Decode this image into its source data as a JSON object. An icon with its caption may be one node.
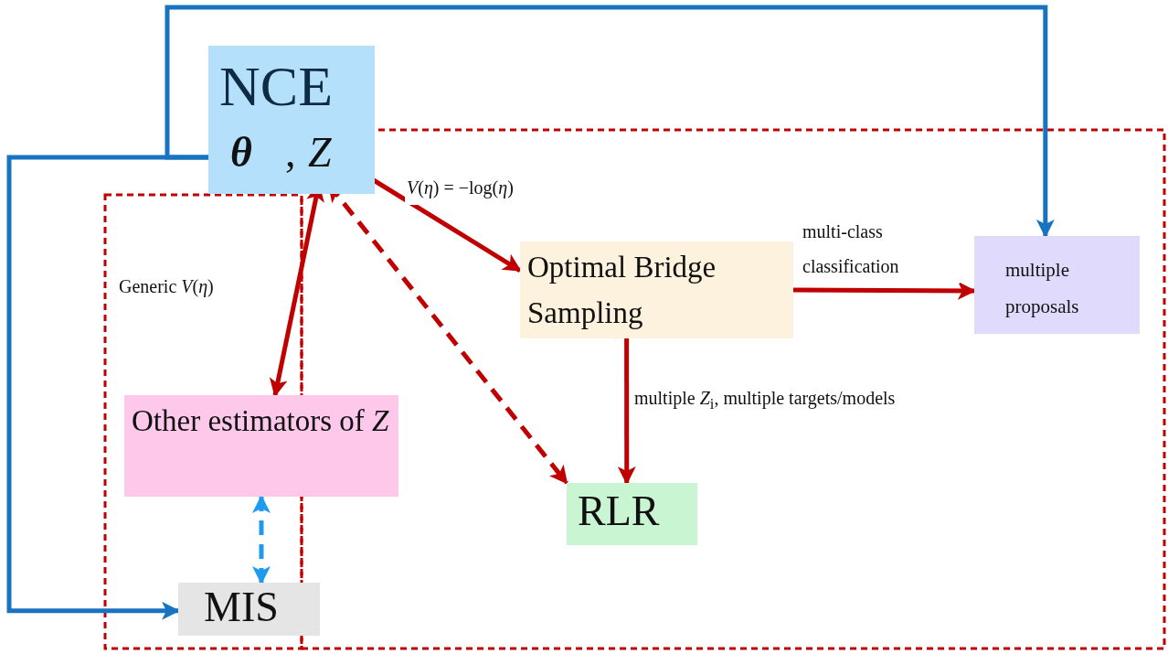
{
  "diagram": {
    "nodes": [
      {
        "text": [
          "NCE"
        ]
      },
      {
        "text": [
          "θ"
        ],
        "in": 0
      },
      {
        "text": [
          "Z"
        ],
        "in": 0
      },
      {
        "text": [
          "Optimal Bridge Sampling"
        ]
      },
      {
        "text": [
          "multiple proposals"
        ]
      },
      {
        "text": [
          "Other estimators of *Z*"
        ]
      },
      {
        "text": [
          "RLR"
        ]
      },
      {
        "text": [
          "MIS"
        ]
      }
    ],
    "edges": [
      {
        "from": 2,
        "to": 3,
        "arrow": "both",
        "label": "*V*(*η*) = −log(*η*)"
      },
      {
        "from": 2,
        "to": 5,
        "arrow": "both",
        "label": "Generic *V*(*η*)"
      },
      {
        "from": 2,
        "to": 6,
        "arrow": "both",
        "style": "dashed"
      },
      {
        "from": 3,
        "to": 4,
        "arrow": "to",
        "label": "multi-class classification"
      },
      {
        "from": 3,
        "to": 6,
        "arrow": "to",
        "label": "multiple *Z*$_{i}$, multiple targets/models"
      },
      {
        "from": 5,
        "to": 7,
        "arrow": "both",
        "style": "dashed",
        "color": "#1e9bf0"
      },
      {
        "from": 1,
        "to": 7,
        "arrow": "to",
        "color": "#1874c0"
      },
      {
        "from": 1,
        "to": 4,
        "arrow": "to",
        "color": "#1874c0"
      }
    ],
    "labels": [
      ","
    ]
  }
}
